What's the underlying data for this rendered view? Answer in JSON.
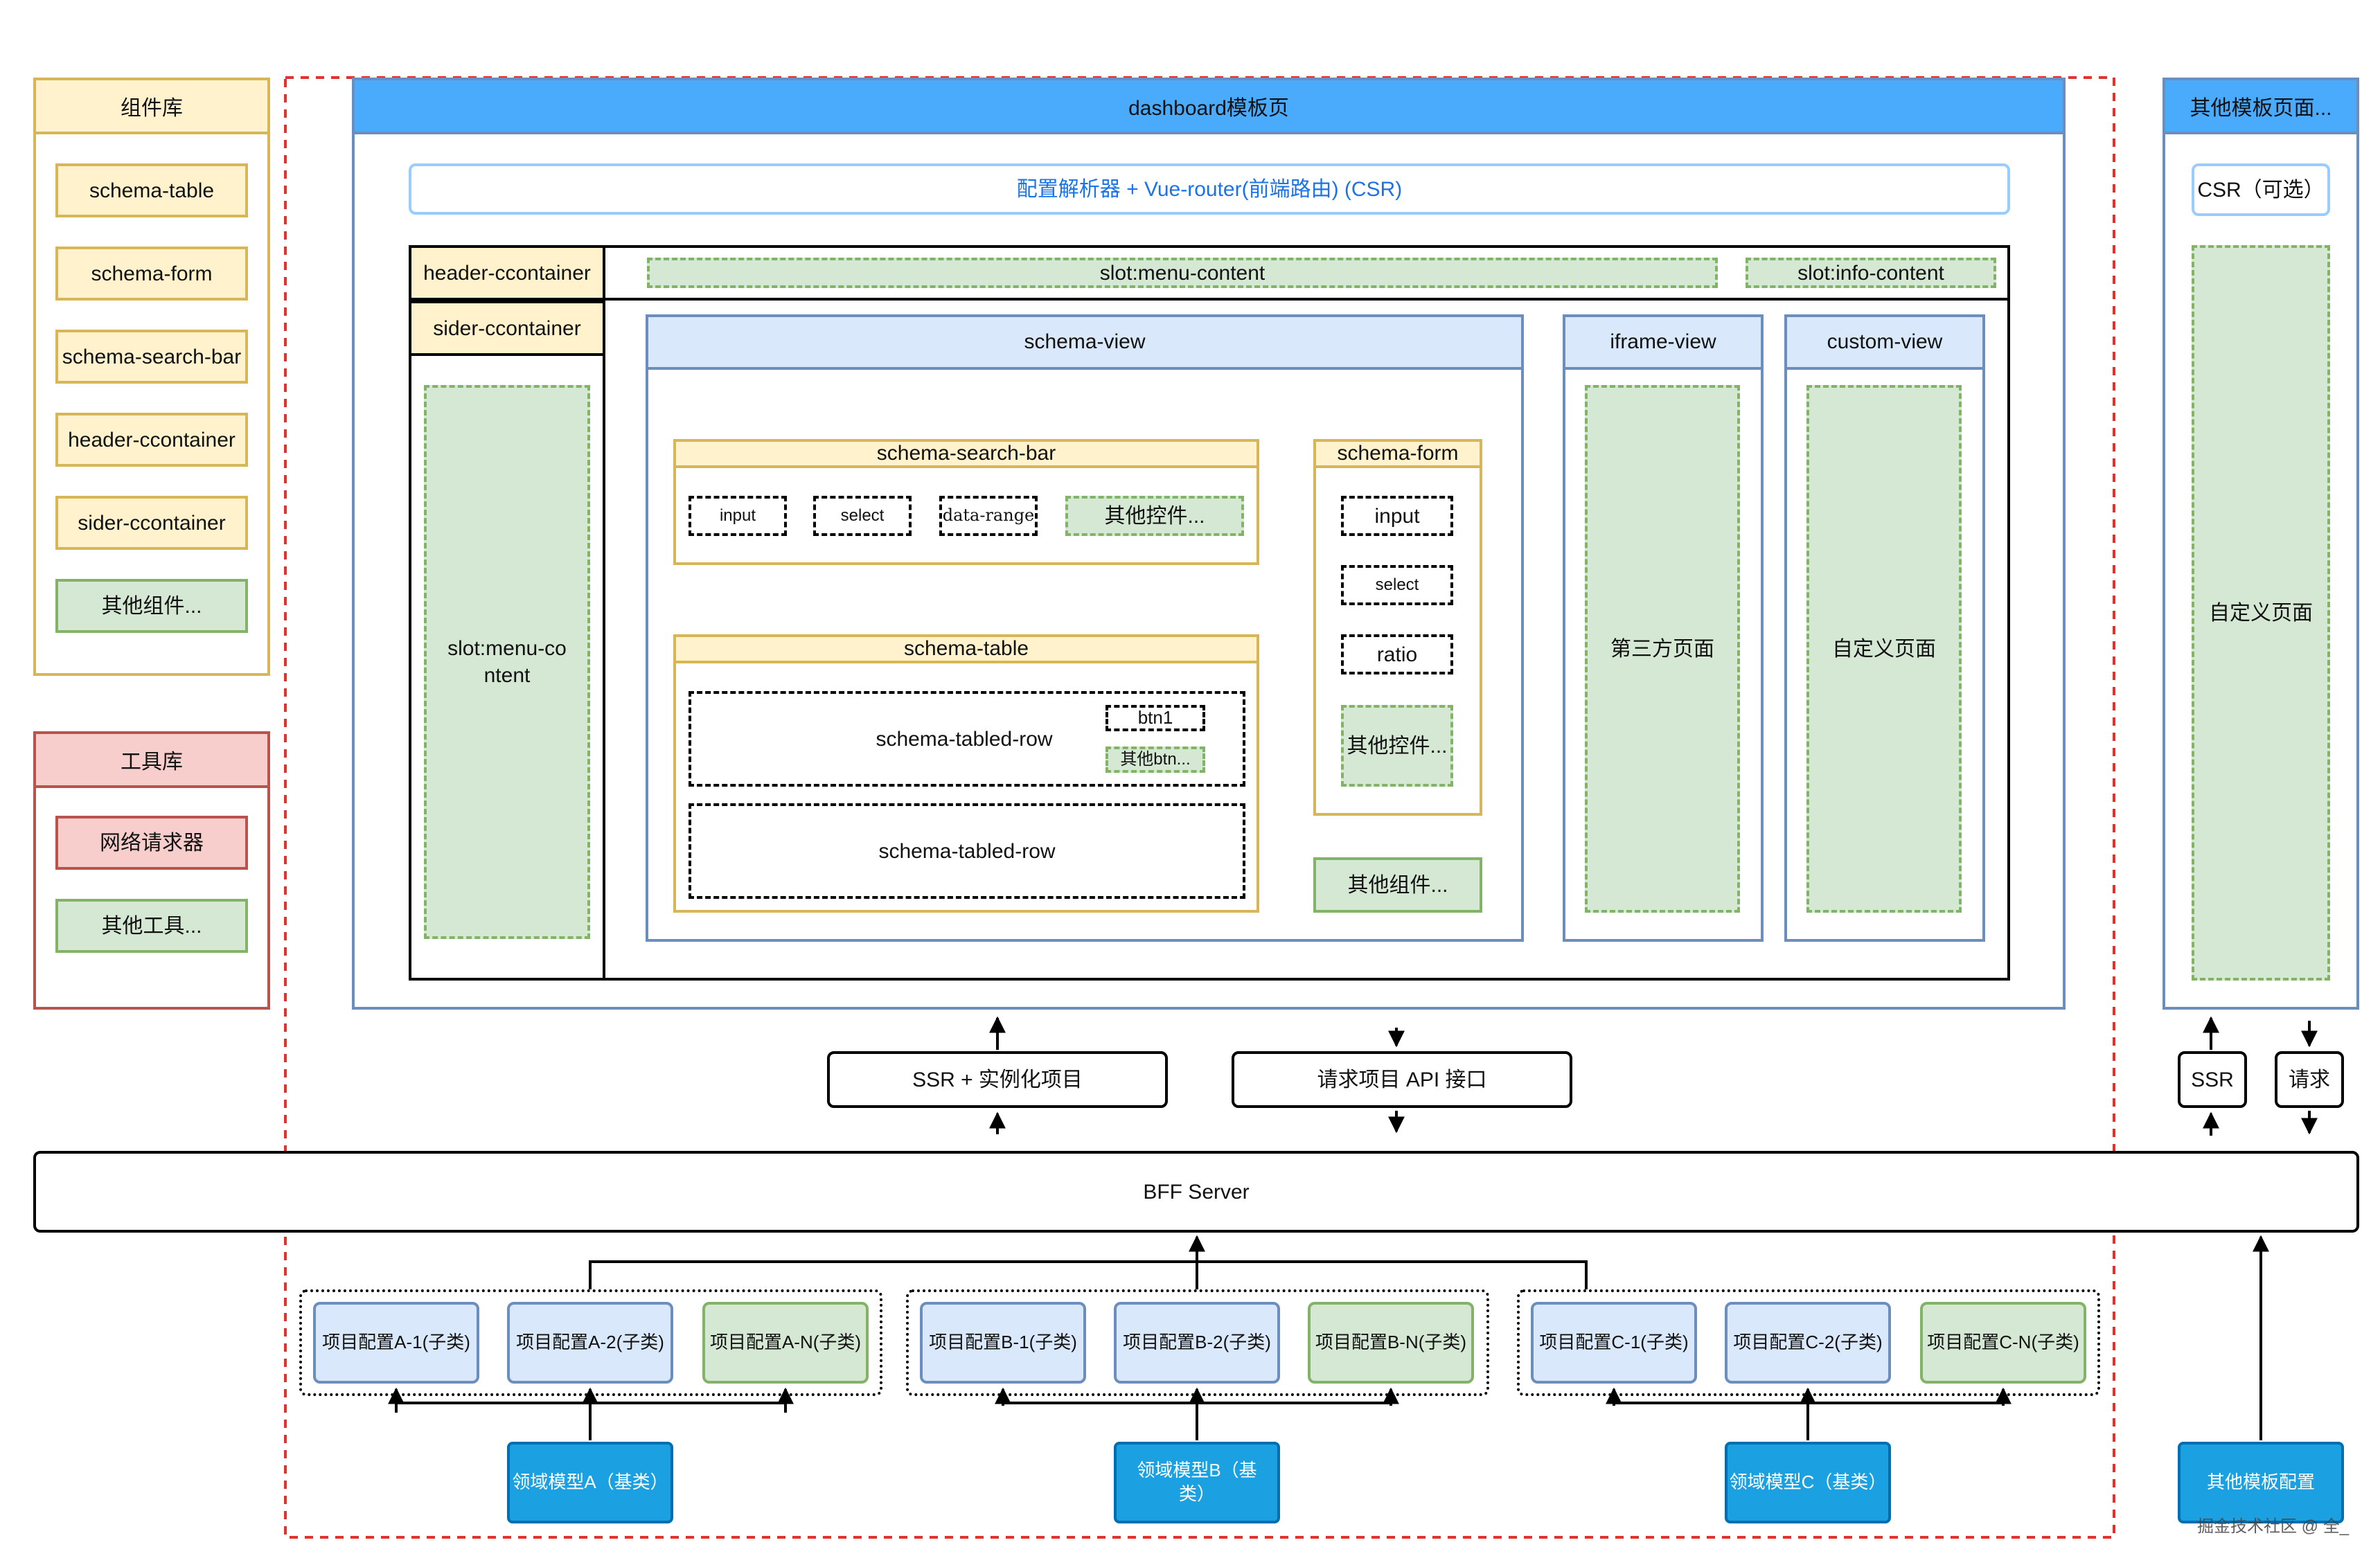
{
  "diagram": {
    "component_lib": {
      "title": "组件库",
      "items": [
        "schema-table",
        "schema-form",
        "schema-search-bar",
        "header-ccontainer",
        "sider-ccontainer",
        "其他组件..."
      ]
    },
    "tool_lib": {
      "title": "工具库",
      "items": [
        "网络请求器",
        "其他工具..."
      ]
    },
    "dashboard": {
      "title": "dashboard模板页",
      "parser": "配置解析器 + Vue-router(前端路由) (CSR)",
      "header_container": "header-ccontainer",
      "sider_container": "sider-ccontainer",
      "slot_menu_content": "slot:menu-content",
      "slot_info_content": "slot:info-content",
      "slot_menu_content_side": "slot:menu-content",
      "schema_view": {
        "title": "schema-view",
        "search_bar": {
          "title": "schema-search-bar",
          "controls": [
            "input",
            "select",
            "data-range",
            "其他控件..."
          ]
        },
        "table": {
          "title": "schema-table",
          "row1": "schema-tabled-row",
          "row2": "schema-tabled-row",
          "btn1": "btn1",
          "btn_other": "其他btn..."
        },
        "form": {
          "title": "schema-form",
          "controls": [
            "input",
            "select",
            "ratio",
            "其他控件..."
          ]
        },
        "other_components": "其他组件..."
      },
      "iframe_view": {
        "title": "iframe-view",
        "body": "第三方页面"
      },
      "custom_view": {
        "title": "custom-view",
        "body": "自定义页面"
      }
    },
    "other_templates": {
      "title": "其他模板页面...",
      "csr": "CSR（可选）",
      "body": "自定义页面"
    },
    "middle": {
      "ssr_instance": "SSR + 实例化项目",
      "api": "请求项目 API 接口",
      "ssr": "SSR",
      "request": "请求"
    },
    "bff": "BFF Server",
    "groups": [
      {
        "items": [
          "项目配置A-1(子类)",
          "项目配置A-2(子类)",
          "项目配置A-N(子类)"
        ],
        "base": "领域模型A（基类）"
      },
      {
        "items": [
          "项目配置B-1(子类)",
          "项目配置B-2(子类)",
          "项目配置B-N(子类)"
        ],
        "base": "领域模型B（基类）"
      },
      {
        "items": [
          "项目配置C-1(子类)",
          "项目配置C-2(子类)",
          "项目配置C-N(子类)"
        ],
        "base": "领域模型C（基类）"
      }
    ],
    "other_template_config": "其他模板配置",
    "watermark": "掘金技术社区 @ 全_"
  },
  "colors": {
    "dashboard_header": "#4aabfc",
    "yellow_fill": "#fff2cc",
    "green_fill": "#d5e8d4",
    "red_fill": "#f8cecc",
    "blue_fill": "#dae8fc",
    "domain_fill": "#1ba1e2",
    "red_dashed": "#e3312d"
  }
}
